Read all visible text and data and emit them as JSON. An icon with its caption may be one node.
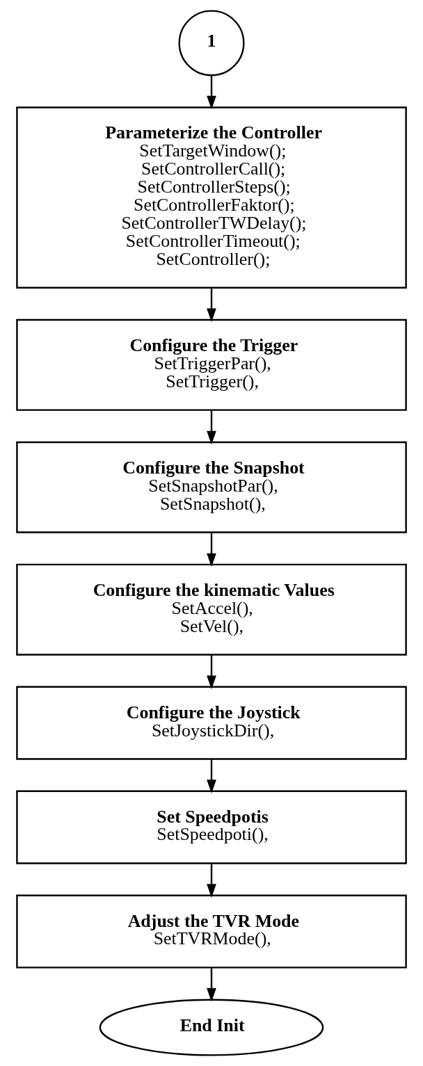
{
  "diagram": {
    "nodes": [
      {
        "text": [
          "1"
        ]
      },
      {
        "text": [
          "Parameterize the Controller",
          "SetTargetWindow();",
          "SetControllerCall();",
          "SetControllerSteps();",
          "SetControllerFaktor();",
          "SetControllerTWDelay();",
          "SetControllerTimeout();",
          "SetController();"
        ]
      },
      {
        "text": [
          "Configure the Trigger",
          "SetTriggerPar(),",
          "SetTrigger(),"
        ]
      },
      {
        "text": [
          "Configure the Snapshot",
          "SetSnapshotPar(),",
          "SetSnapshot(),"
        ]
      },
      {
        "text": [
          "Configure the kinematic Values",
          "SetAccel(),",
          "SetVel(),"
        ]
      },
      {
        "text": [
          "Configure the Joystick",
          "SetJoystickDir(),"
        ]
      },
      {
        "text": [
          "Set Speedpotis",
          "SetSpeedpoti(),"
        ]
      },
      {
        "text": [
          "Adjust the TVR Mode",
          "SetTVRMode(),"
        ]
      },
      {
        "text": [
          "End Init"
        ]
      }
    ],
    "edges": [
      {
        "from": 0,
        "to": 1,
        "arrow": "to"
      },
      {
        "from": 1,
        "to": 2,
        "arrow": "to"
      },
      {
        "from": 2,
        "to": 3,
        "arrow": "to"
      },
      {
        "from": 3,
        "to": 4,
        "arrow": "to"
      },
      {
        "from": 4,
        "to": 5,
        "arrow": "to"
      },
      {
        "from": 5,
        "to": 6,
        "arrow": "to"
      },
      {
        "from": 6,
        "to": 7,
        "arrow": "to"
      },
      {
        "from": 7,
        "to": 8,
        "arrow": "to"
      }
    ]
  }
}
